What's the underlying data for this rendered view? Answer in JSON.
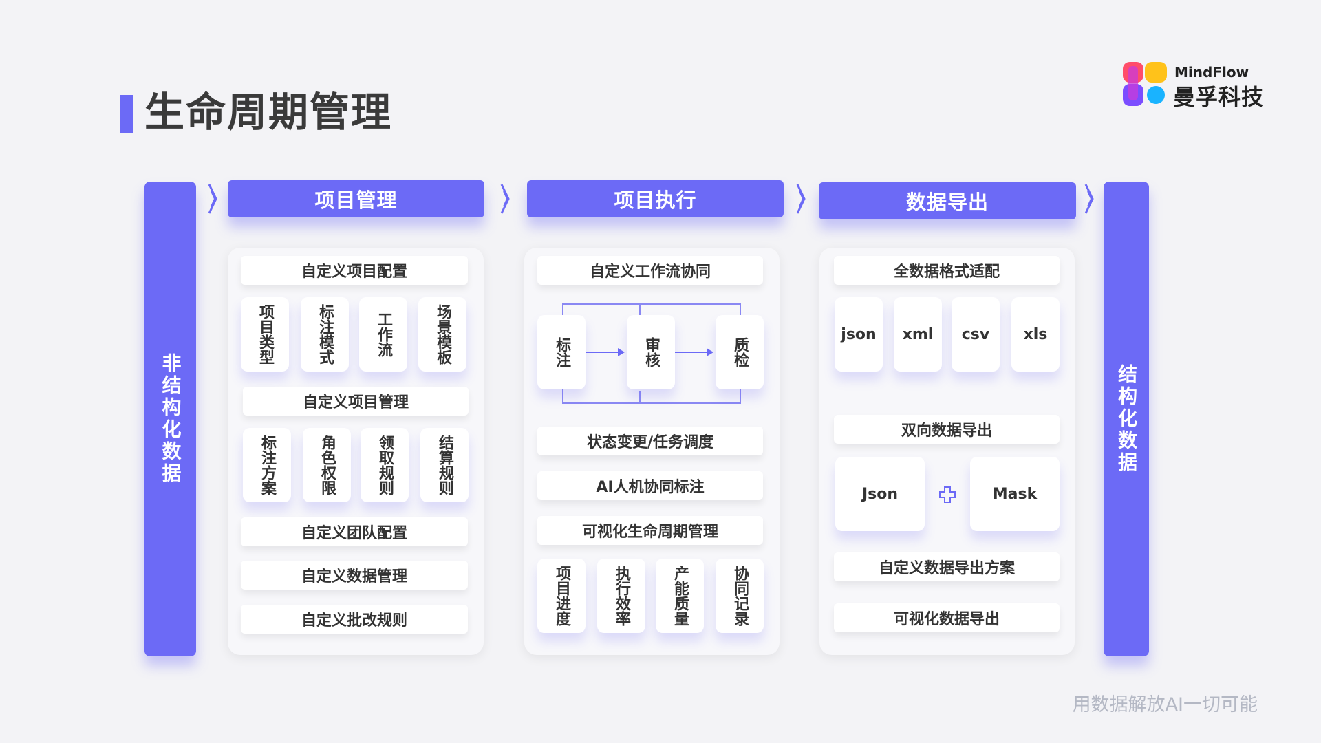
{
  "title": "生命周期管理",
  "brand": {
    "en": "MindFlow",
    "cn": "曼孚科技"
  },
  "colors": {
    "accent": "#6c6af6",
    "background": "#f3f3f6"
  },
  "left_pillar": "非结构化数据",
  "right_pillar": "结构化数据",
  "project_mgmt": {
    "header": "项目管理",
    "bar1": "自定义项目配置",
    "tiles1": [
      "项目类型",
      "标注模式",
      "工作流",
      "场景模板"
    ],
    "bar2": "自定义项目管理",
    "tiles2": [
      "标注方案",
      "角色权限",
      "领取规则",
      "结算规则"
    ],
    "bar3": "自定义团队配置",
    "bar4": "自定义数据管理",
    "bar5": "自定义批改规则"
  },
  "project_exec": {
    "header": "项目执行",
    "bar1": "自定义工作流协同",
    "flow": [
      "标注",
      "审核",
      "质检"
    ],
    "bar2": "状态变更/任务调度",
    "bar3": "AI人机协同标注",
    "bar4": "可视化生命周期管理",
    "tiles": [
      "项目进度",
      "执行效率",
      "产能质量",
      "协同记录"
    ]
  },
  "data_export": {
    "header": "数据导出",
    "bar1": "全数据格式适配",
    "formats": [
      "json",
      "xml",
      "csv",
      "xls"
    ],
    "bar2": "双向数据导出",
    "pair": [
      "Json",
      "Mask"
    ],
    "bar3": "自定义数据导出方案",
    "bar4": "可视化数据导出"
  },
  "icons": {
    "chevron": "chevron-right-icon",
    "plus": "plus-icon",
    "arrow": "arrow-right-icon"
  },
  "footer": "用数据解放AI一切可能"
}
